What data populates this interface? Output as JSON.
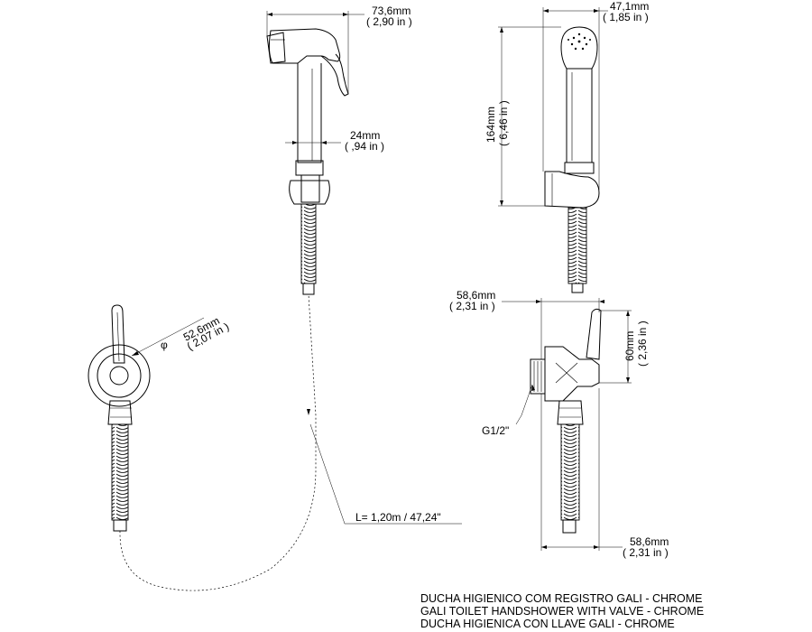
{
  "dimensions": {
    "spray_length": {
      "mm": "73,6mm",
      "inches": "( 2,90 in )"
    },
    "spray_width": {
      "mm": "47,1mm",
      "inches": "( 1,85 in )"
    },
    "spray_height": {
      "mm": "164mm",
      "inches": "( 6,46 in )"
    },
    "handle_diameter": {
      "mm": "24mm",
      "inches": "( ,94 in )"
    },
    "valve_diameter": {
      "symbol": "φ",
      "mm": "52,6mm",
      "inches": "( 2,07 in )"
    },
    "valve_depth_top": {
      "mm": "58,6mm",
      "inches": "( 2,31 in )"
    },
    "valve_depth_bottom": {
      "mm": "58,6mm",
      "inches": "( 2,31 in )"
    },
    "valve_height": {
      "mm": "60mm",
      "inches": "( 2,36 in )"
    }
  },
  "thread": "G1/2\"",
  "hose_length": "L= 1,20m / 47,24\"",
  "title_lines": [
    "DUCHA HIGIENICO COM REGISTRO GALI - CHROME",
    "GALI TOILET HANDSHOWER WITH  VALVE - CHROME",
    "DUCHA HIGIENICA CON LLAVE GALI - CHROME"
  ]
}
